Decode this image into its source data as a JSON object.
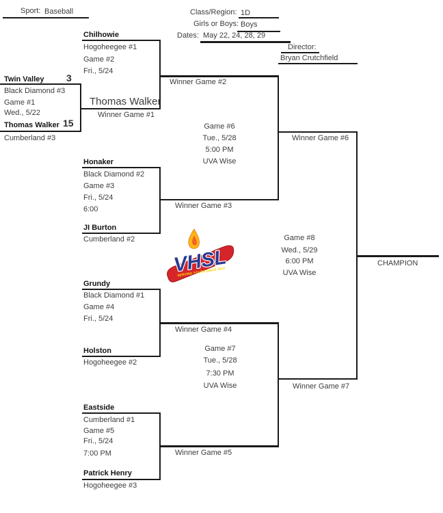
{
  "header": {
    "sport_label": "Sport:",
    "sport_value": "Baseball",
    "class_region_label": "Class/Region:",
    "class_region_value": "1D",
    "girls_boys_label": "Girls or Boys:",
    "girls_boys_value": "Boys",
    "dates_label": "Dates:",
    "dates_value": "May 22, 24, 28, 29",
    "director_label": "Director:",
    "director_value": "Bryan Crutchfield"
  },
  "logo": {
    "text": "VHSL",
    "tagline": "SERVING YOUTH SINCE 1913",
    "colors": {
      "red": "#d6242b",
      "blue": "#2b3990",
      "yellow": "#fdb813"
    }
  },
  "bracket": {
    "game1": {
      "top_team": "Twin Valley",
      "top_seed": "Black Diamond #3",
      "top_score": "3",
      "bottom_team": "Thomas Walker",
      "bottom_seed": "Cumberland #3",
      "bottom_score": "15",
      "game": "Game #1",
      "date": "Wed., 5/22",
      "winner_name": "Thomas Walker",
      "winner_label": "Winner Game #1"
    },
    "game2": {
      "top_team": "Chilhowie",
      "top_seed": "Hogoheegee #1",
      "game": "Game #2",
      "date": "Fri., 5/24",
      "winner_label": "Winner Game #2"
    },
    "game3": {
      "top_team": "Honaker",
      "top_seed": "Black Diamond #2",
      "bottom_team": "JI Burton",
      "bottom_seed": "Cumberland #2",
      "game": "Game #3",
      "date": "Fri., 5/24",
      "time": "6:00",
      "winner_label": "Winner Game #3"
    },
    "game4": {
      "top_team": "Grundy",
      "top_seed": "Black Diamond #1",
      "bottom_team": "Holston",
      "bottom_seed": "Hogoheegee #2",
      "game": "Game #4",
      "date": "Fri., 5/24",
      "winner_label": "Winner Game #4"
    },
    "game5": {
      "top_team": "Eastside",
      "top_seed": "Cumberland #1",
      "bottom_team": "Patrick Henry",
      "bottom_seed": "Hogoheegee #3",
      "game": "Game #5",
      "date": "Fri., 5/24",
      "time": "7:00 PM",
      "winner_label": "Winner Game #5"
    },
    "game6": {
      "game": "Game #6",
      "date": "Tue., 5/28",
      "time": "5:00 PM",
      "venue": "UVA Wise",
      "winner_label": "Winner Game #6"
    },
    "game7": {
      "game": "Game #7",
      "date": "Tue., 5/28",
      "time": "7:30 PM",
      "venue": "UVA Wise",
      "winner_label": "Winner Game #7"
    },
    "game8": {
      "game": "Game #8",
      "date": "Wed., 5/29",
      "time": "6:00 PM",
      "venue": "UVA Wise"
    },
    "champion_label": "CHAMPION"
  }
}
